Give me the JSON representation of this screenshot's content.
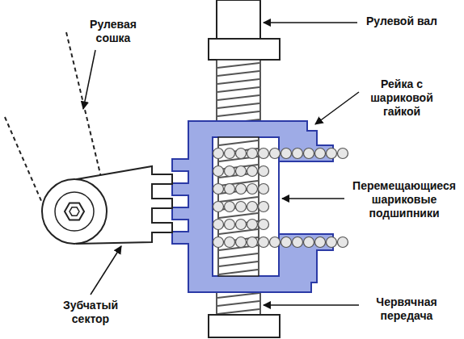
{
  "diagram": {
    "labels": [
      "Рулевая сошка",
      "Рулевой вал",
      "Рейка с шариковой гайкой",
      "Перемещающиеся шариковые подшипники",
      "Зубчатый сектор",
      "Червячная передача"
    ]
  }
}
